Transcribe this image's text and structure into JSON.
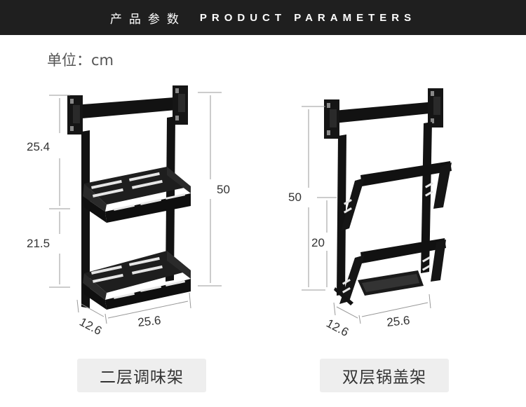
{
  "header": {
    "title_zh": "产品参数",
    "title_en": "PRODUCT PARAMETERS"
  },
  "unit_label": "单位：cm",
  "products": [
    {
      "name": "二层调味架",
      "dims": {
        "upper_height": "25.4",
        "lower_height": "21.5",
        "total_height": "50",
        "depth": "12.6",
        "width": "25.6"
      }
    },
    {
      "name": "双层锅盖架",
      "dims": {
        "total_height": "50",
        "lower_height": "20",
        "depth": "12.6",
        "width": "25.6"
      }
    }
  ],
  "colors": {
    "header_bg": "#1f1f1f",
    "rack": "#121212",
    "dim_line": "#999999",
    "label_bg": "#eeeeee"
  }
}
